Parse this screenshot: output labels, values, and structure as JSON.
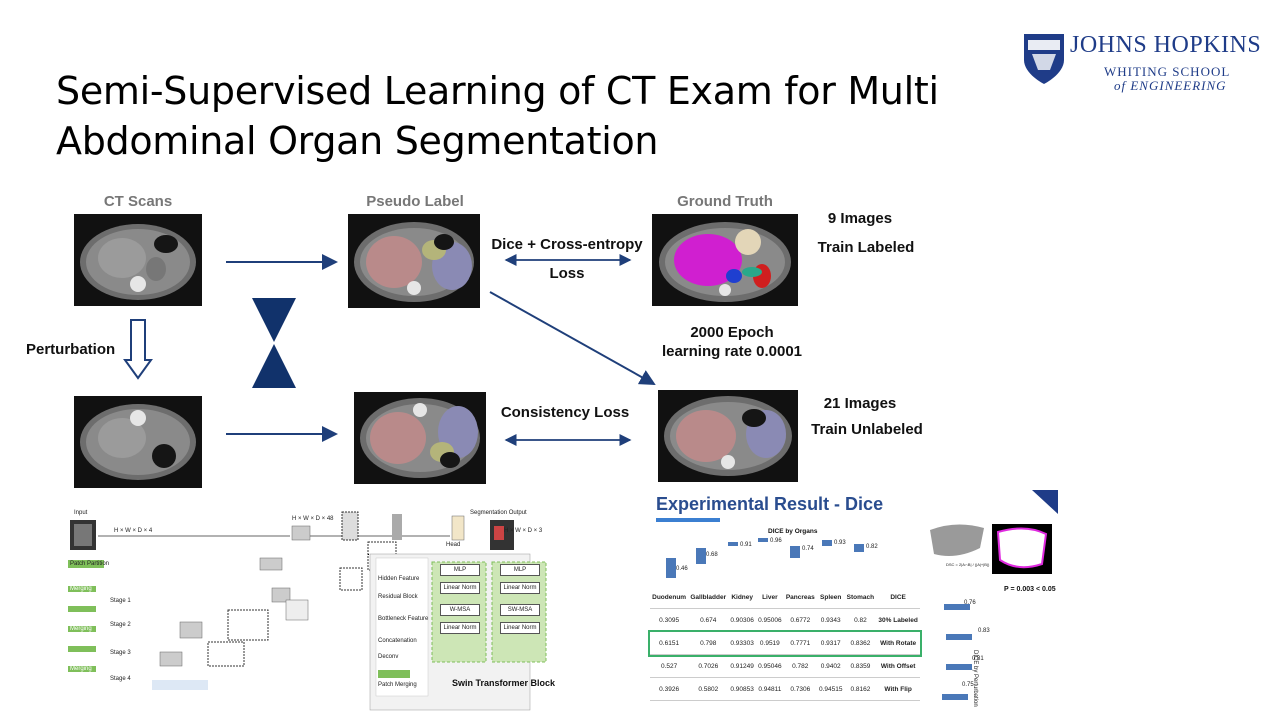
{
  "slide": {
    "title_line1": "Semi-Supervised Learning of CT Exam for Multi",
    "title_line2": "Abdominal Organ Segmentation"
  },
  "logo": {
    "line1": "JOHNS HOPKINS",
    "line2": "WHITING SCHOOL",
    "line3": "of ENGINEERING",
    "color": "#1f3c88"
  },
  "diagram": {
    "col_ct": "CT Scans",
    "col_pseudo": "Pseudo Label",
    "col_gt": "Ground Truth",
    "perturbation": "Perturbation",
    "dice_loss_line1": "Dice + Cross-entropy",
    "dice_loss_line2": "Loss",
    "consistency_loss": "Consistency Loss",
    "labeled_count": "9 Images",
    "labeled_type": "Train Labeled",
    "epoch": "2000 Epoch",
    "lr": "learning rate 0.0001",
    "unlabeled_count": "21 Images",
    "unlabeled_type": "Train Unlabeled",
    "arrow_color": "#1f3f7a"
  },
  "architecture": {
    "input": "Input",
    "seg_output": "Segmentation Output",
    "head": "Head",
    "patch_partition": "Patch Partition",
    "stages": [
      "Stage 1",
      "Stage 2",
      "Stage 3",
      "Stage 4"
    ],
    "merging": "Merging",
    "legend": [
      "Hidden Feature",
      "Residual Block",
      "Bottleneck Feature",
      "Concatenation",
      "Deconv",
      "Patch Merging"
    ],
    "swin_title": "Swin Transformer Block",
    "swin_blocks_left": [
      "MLP",
      "Linear Norm",
      "W-MSA",
      "Linear Norm"
    ],
    "swin_blocks_right": [
      "MLP",
      "Linear Norm",
      "SW-MSA",
      "Linear Norm"
    ],
    "dims_top": "H × W × D × 4",
    "dims_48": "H × W × D × 48",
    "dims_out": "H × W × D × 3"
  },
  "results": {
    "title": "Experimental Result - Dice",
    "boxplot_title": "DICE by Organs",
    "boxplot_labels": [
      "0.46",
      "0.68",
      "0.91",
      "0.96",
      "0.74",
      "0.93",
      "0.82"
    ],
    "p_value": "P = 0.003 < 0.05",
    "perturb_axis": "DICE by Perturbation",
    "perturb_labels": [
      "0.76",
      "0.83",
      "0.81",
      "0.75"
    ],
    "formula": "DSC = 2|A∩B| / (|A|+|B|)",
    "columns": [
      "Duodenum",
      "Gallbladder",
      "Kidney",
      "Liver",
      "Pancreas",
      "Spleen",
      "Stomach",
      "DICE"
    ],
    "rows": [
      {
        "values": [
          "0.3095",
          "0.674",
          "0.90306",
          "0.95006",
          "0.6772",
          "0.9343",
          "0.82"
        ],
        "label": "30% Labeled"
      },
      {
        "values": [
          "0.6151",
          "0.798",
          "0.93303",
          "0.9519",
          "0.7771",
          "0.9317",
          "0.8362"
        ],
        "label": "With Rotate"
      },
      {
        "values": [
          "0.527",
          "0.7026",
          "0.91249",
          "0.95046",
          "0.782",
          "0.9402",
          "0.8359"
        ],
        "label": "With Offset"
      },
      {
        "values": [
          "0.3926",
          "0.5802",
          "0.90853",
          "0.94811",
          "0.7306",
          "0.94515",
          "0.8162"
        ],
        "label": "With Flip"
      }
    ]
  }
}
